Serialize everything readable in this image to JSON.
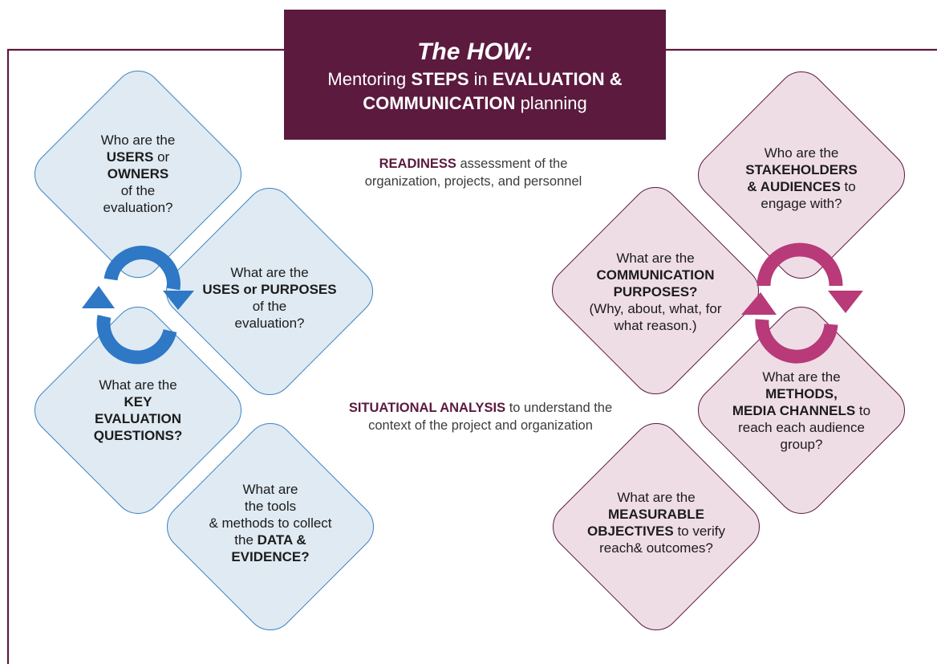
{
  "header": {
    "title": "The HOW:",
    "subtitle_pre": "Mentoring ",
    "subtitle_steps": "STEPS",
    "subtitle_in": " in ",
    "subtitle_eval": "EVALUATION &",
    "subtitle_comm": "COMMUNICATION",
    "subtitle_planning": " planning"
  },
  "readiness": {
    "bold": "READINESS",
    "rest": " assessment of the",
    "line2": "organization, projects, and personnel"
  },
  "situational": {
    "bold": "SITUATIONAL ANALYSIS",
    "rest": " to understand the",
    "line2": "context of the project and organization"
  },
  "evaluation": {
    "users": {
      "l1": "Who are the",
      "l2": "USERS",
      "l2b": " or",
      "l3": "OWNERS",
      "l4": "of the",
      "l5": "evaluation?"
    },
    "uses": {
      "l1": "What are the",
      "l2": "USES or PURPOSES",
      "l3": "of the",
      "l4": "evaluation?"
    },
    "questions": {
      "l1": "What are the",
      "l2": "KEY",
      "l3": "EVALUATION",
      "l4": "QUESTIONS?"
    },
    "data": {
      "l1": "What are",
      "l2": "the tools",
      "l3": "& methods to collect",
      "l4a": "the ",
      "l4b": "DATA &",
      "l5": "EVIDENCE?"
    }
  },
  "communication": {
    "stakeholders": {
      "l1": "Who are the",
      "l2": "STAKEHOLDERS",
      "l3a": "& AUDIENCES",
      "l3b": " to",
      "l4": "engage with?"
    },
    "purposes": {
      "l1": "What are the",
      "l2": "COMMUNICATION",
      "l3": "PURPOSES?",
      "l4": "(Why, about, what, for",
      "l5": "what reason.)"
    },
    "methods": {
      "l1": "What are the",
      "l2": "METHODS,",
      "l3a": "MEDIA CHANNELS",
      "l3b": " to",
      "l4": "reach each audience",
      "l5": "group?"
    },
    "objectives": {
      "l1": "What are the",
      "l2": "MEASURABLE",
      "l3a": "OBJECTIVES",
      "l3b": " to verify",
      "l4": "reach& outcomes?"
    }
  },
  "colors": {
    "maroon": "#5b1a3e",
    "blue_arrow": "#2e78c6",
    "pink_arrow": "#b83a78",
    "blue_fill": "#dfeaf2",
    "pink_fill": "#efdde6"
  },
  "icons": {
    "left_cycle": "cycle-arrows-icon",
    "right_cycle": "cycle-arrows-icon"
  }
}
